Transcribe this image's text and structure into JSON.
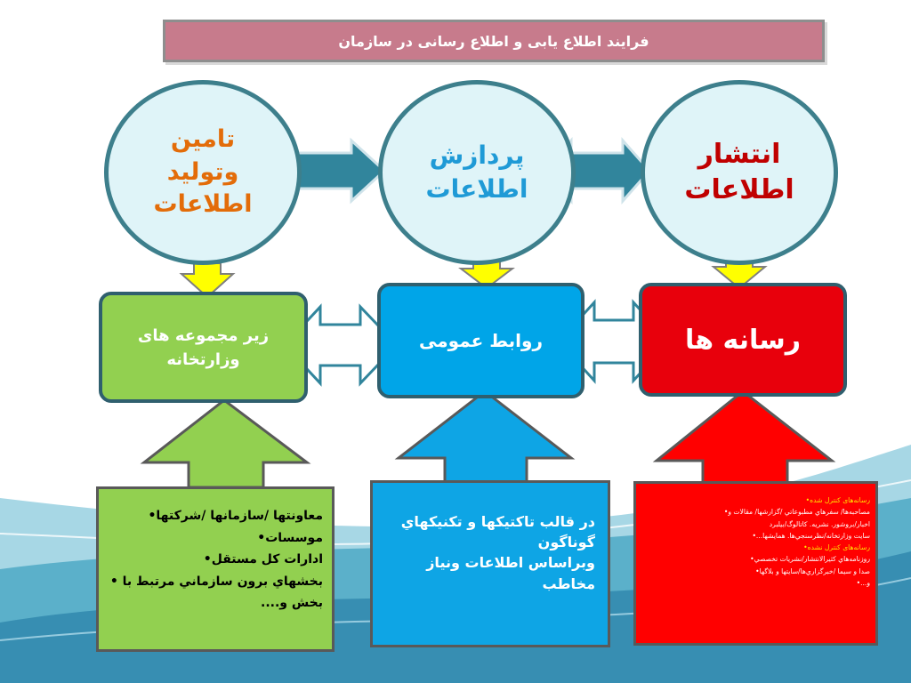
{
  "title": "فرایند اطلاع یابی و اطلاع رسانی در سازمان",
  "circles": [
    {
      "lines": [
        "تامین",
        "وتولید",
        "اطلاعات"
      ],
      "color": "#e36c09"
    },
    {
      "lines": [
        "پردازش",
        "اطلاعات"
      ],
      "color": "#1f9ad6"
    },
    {
      "lines": [
        "انتشار",
        "اطلاعات"
      ],
      "color": "#c00000"
    }
  ],
  "boxes": [
    {
      "lines": [
        "زیر مجموعه های",
        "وزارتخانه"
      ],
      "color": "#92d050"
    },
    {
      "lines": [
        "روابط عمومی"
      ],
      "color": "#00a5e8"
    },
    {
      "lines": [
        "رسانه ها"
      ],
      "color": "#e8000c"
    }
  ],
  "panels": {
    "green": [
      "معاونتها /سازمانها /شرکتها•",
      "موسسات•",
      "ادارات کل مستقل•",
      "بخشهاي برون سازماني مرتبط با •",
      "بخش و...."
    ],
    "blue": [
      "در قالب تاکتیکها و تکنیکهاي گوناگون",
      "وبراساس اطلاعات ونیاز مخاطب"
    ],
    "red": [
      "رسانه‌های کنترل شده•",
      "مصاحبه‌ها/ سفرهاي مطبوعاتي /گزارشها/ مقالات و•",
      "اخبار/بروشور. نشریه. کاتالوگ/بیلبرد",
      "سايت وزارتخانه/نظرسنجي‌ها. همايشها...•",
      "رسانه‌های کنترل نشده•",
      "روزنامه‌هاي كثيرالانتشار/نشريات تخصصي•",
      "صدا و سيما /خبرگزاري‌ها/سايتها و بلاگها•",
      "و...•"
    ]
  },
  "colors": {
    "title_bg": "#c77b8c",
    "arrow_teal": "#31859c",
    "arrow_yellow": "#ffff00"
  }
}
